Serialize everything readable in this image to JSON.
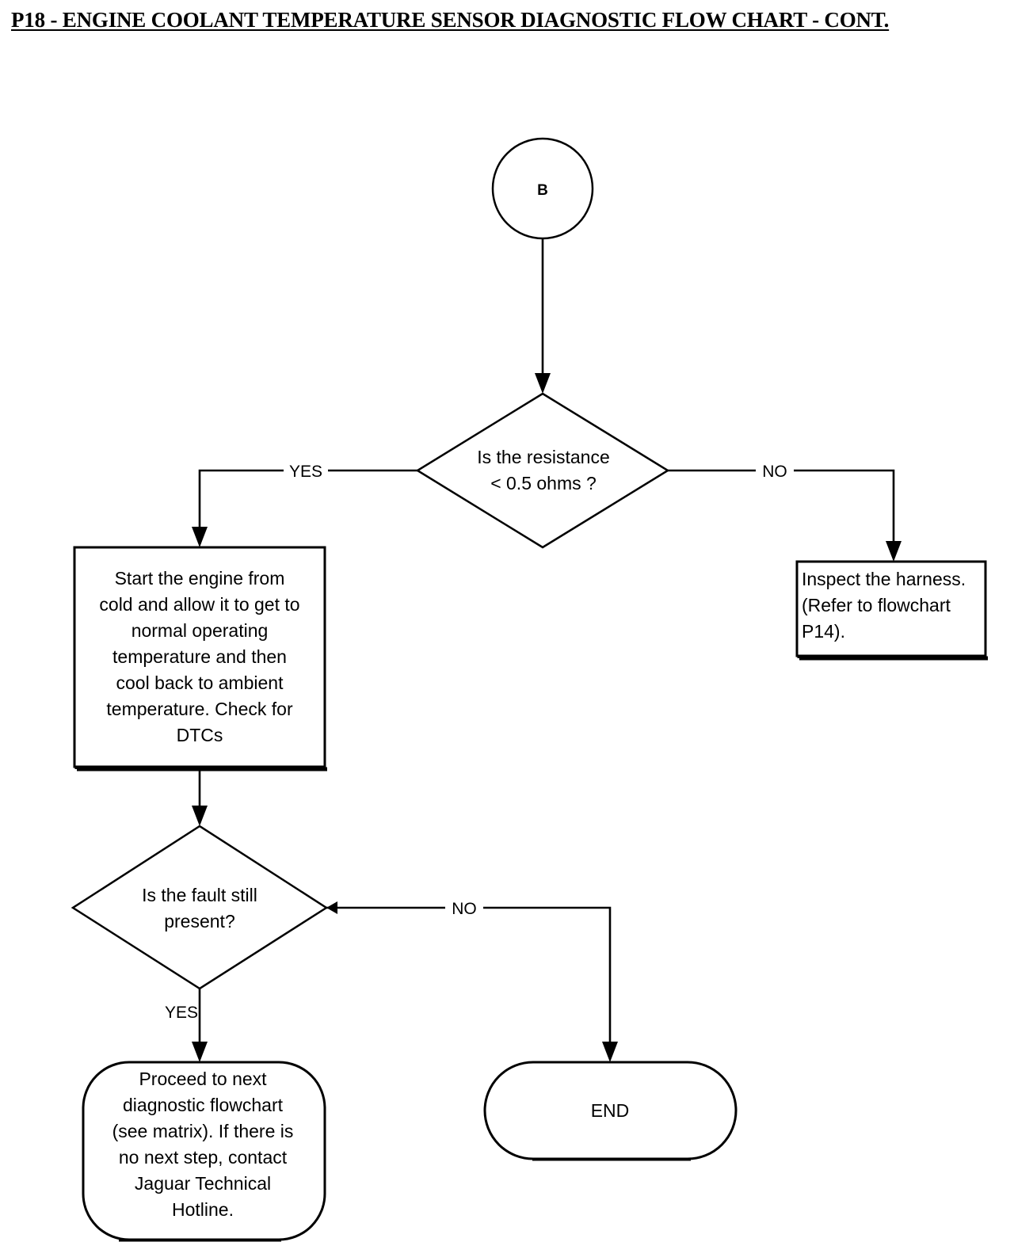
{
  "page": {
    "title": "P18 - ENGINE COOLANT TEMPERATURE SENSOR DIAGNOSTIC FLOW CHART - CONT.",
    "background_color": "#ffffff",
    "line_color": "#000000"
  },
  "flowchart": {
    "type": "diagnostic-flowchart",
    "nodes": {
      "connector_b": {
        "shape": "circle",
        "label": "B"
      },
      "decision_resistance": {
        "shape": "diamond",
        "line1": "Is the resistance",
        "line2": "< 0.5 ohms ?"
      },
      "process_start_engine": {
        "shape": "rectangle",
        "lines": [
          "Start the engine from",
          "cold and allow it to get to",
          "normal operating",
          "temperature and then",
          "cool back to ambient",
          "temperature. Check for",
          "DTCs"
        ]
      },
      "process_inspect_harness": {
        "shape": "rectangle",
        "lines": [
          "Inspect the harness.",
          "(Refer to flowchart",
          "P14)."
        ]
      },
      "decision_fault_present": {
        "shape": "diamond",
        "line1": "Is the fault still",
        "line2": "present?"
      },
      "terminal_proceed": {
        "shape": "rounded-rectangle",
        "lines": [
          "Proceed to next",
          "diagnostic flowchart",
          "(see matrix). If there is",
          "no next step, contact",
          "Jaguar Technical",
          "Hotline."
        ]
      },
      "terminal_end": {
        "shape": "stadium",
        "label": "END"
      }
    },
    "edge_labels": {
      "resistance_yes": "YES",
      "resistance_no": "NO",
      "fault_no": "NO",
      "fault_yes": "YES"
    }
  }
}
